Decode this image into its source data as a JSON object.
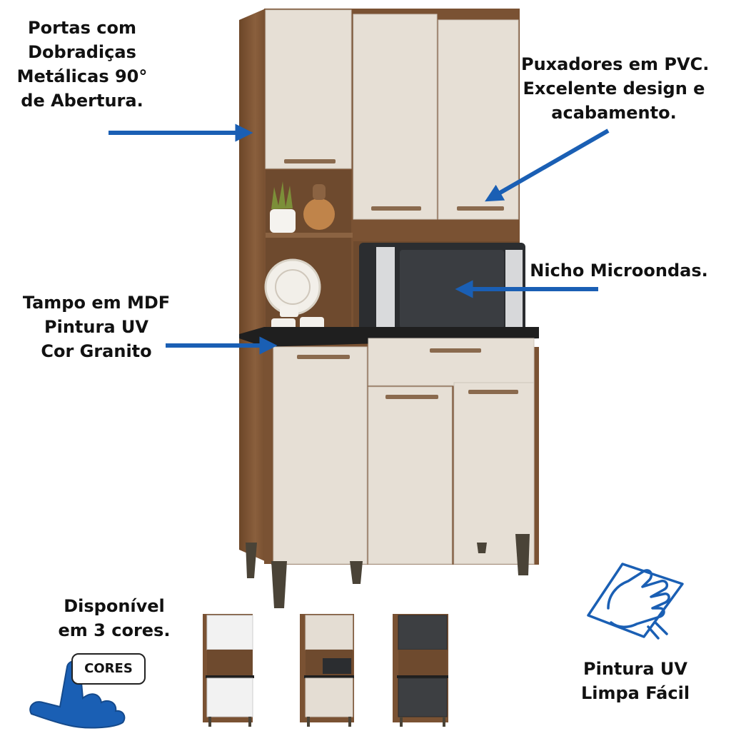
{
  "labels": {
    "doors": [
      "Portas com",
      "Dobradiças",
      "Metálicas 90°",
      "de Abertura."
    ],
    "handles": [
      "Puxadores em PVC.",
      "Excelente design e",
      "acabamento."
    ],
    "microwave": [
      "Nicho Microondas."
    ],
    "top": [
      "Tampo em MDF",
      "Pintura UV",
      "Cor Granito"
    ],
    "colors": [
      "Disponível",
      "em 3 cores."
    ],
    "uv": [
      "Pintura UV",
      "Limpa Fácil"
    ]
  },
  "cores_button": "CORES",
  "colors": {
    "arrow": "#1a5fb4",
    "wood": "#7a5233",
    "door_cream": "#e4ddd3",
    "granite": "#1f1f1f",
    "variant_white": "#f2f2f2",
    "variant_cream": "#e4ddd3",
    "variant_graphite": "#3d3f42"
  },
  "icons": [
    "pointing-hand-icon",
    "cleaning-hand-icon"
  ]
}
